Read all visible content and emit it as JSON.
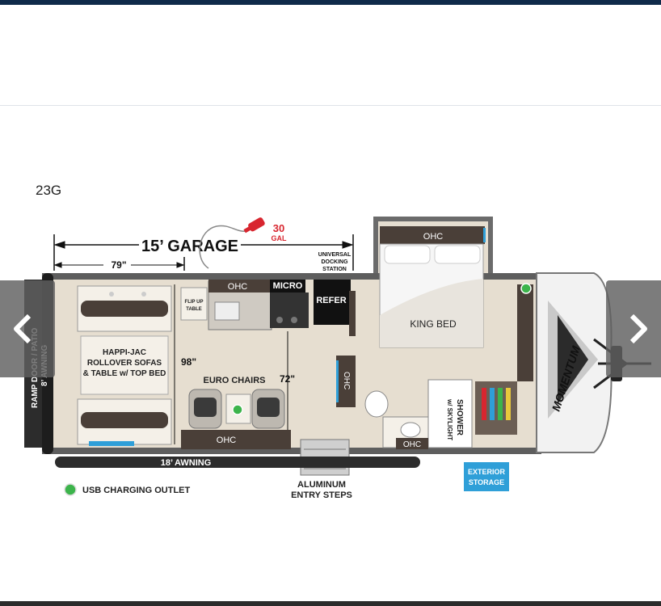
{
  "model": "23G",
  "plan": {
    "garage": "15’ GARAGE",
    "gas_amount": "30",
    "gas_unit": "GAL",
    "dim_79": "79\"",
    "dim_98": "98\"",
    "dim_72": "72\"",
    "docking_1": "UNIVERSAL",
    "docking_2": "DOCKING",
    "docking_3": "STATION",
    "ohc": "OHC",
    "micro": "MICRO",
    "refer": "REFER",
    "flip_up_1": "FLIP UP",
    "flip_up_2": "TABLE",
    "king_bed": "KING BED",
    "sofa_1": "HAPPI-JAC",
    "sofa_2": "ROLLOVER SOFAS",
    "sofa_3": "& TABLE w/ TOP BED",
    "euro_chairs": "EURO CHAIRS",
    "ramp_door": "RAMP DOOR / PATIO",
    "awning_8": "8’ AWNING",
    "awning_18": "18’ AWNING",
    "shower_1": "SHOWER",
    "shower_2": "w/ SKYLIGHT",
    "exterior_1": "EXTERIOR",
    "exterior_2": "STORAGE",
    "steps_1": "ALUMINUM",
    "steps_2": "ENTRY STEPS",
    "usb": "USB CHARGING OUTLET",
    "brand": "MOMENTUM"
  },
  "colors": {
    "header": "#0f2a4a",
    "floor": "#e6ded0",
    "usb_dot": "#3cb44b",
    "exterior_storage": "#2f9fd8",
    "gas_red": "#d8262f",
    "cabinet": "#4a3f38"
  },
  "icons": {
    "prev": "chevron-left-icon",
    "next": "chevron-right-icon",
    "gas": "gas-pump-icon"
  }
}
